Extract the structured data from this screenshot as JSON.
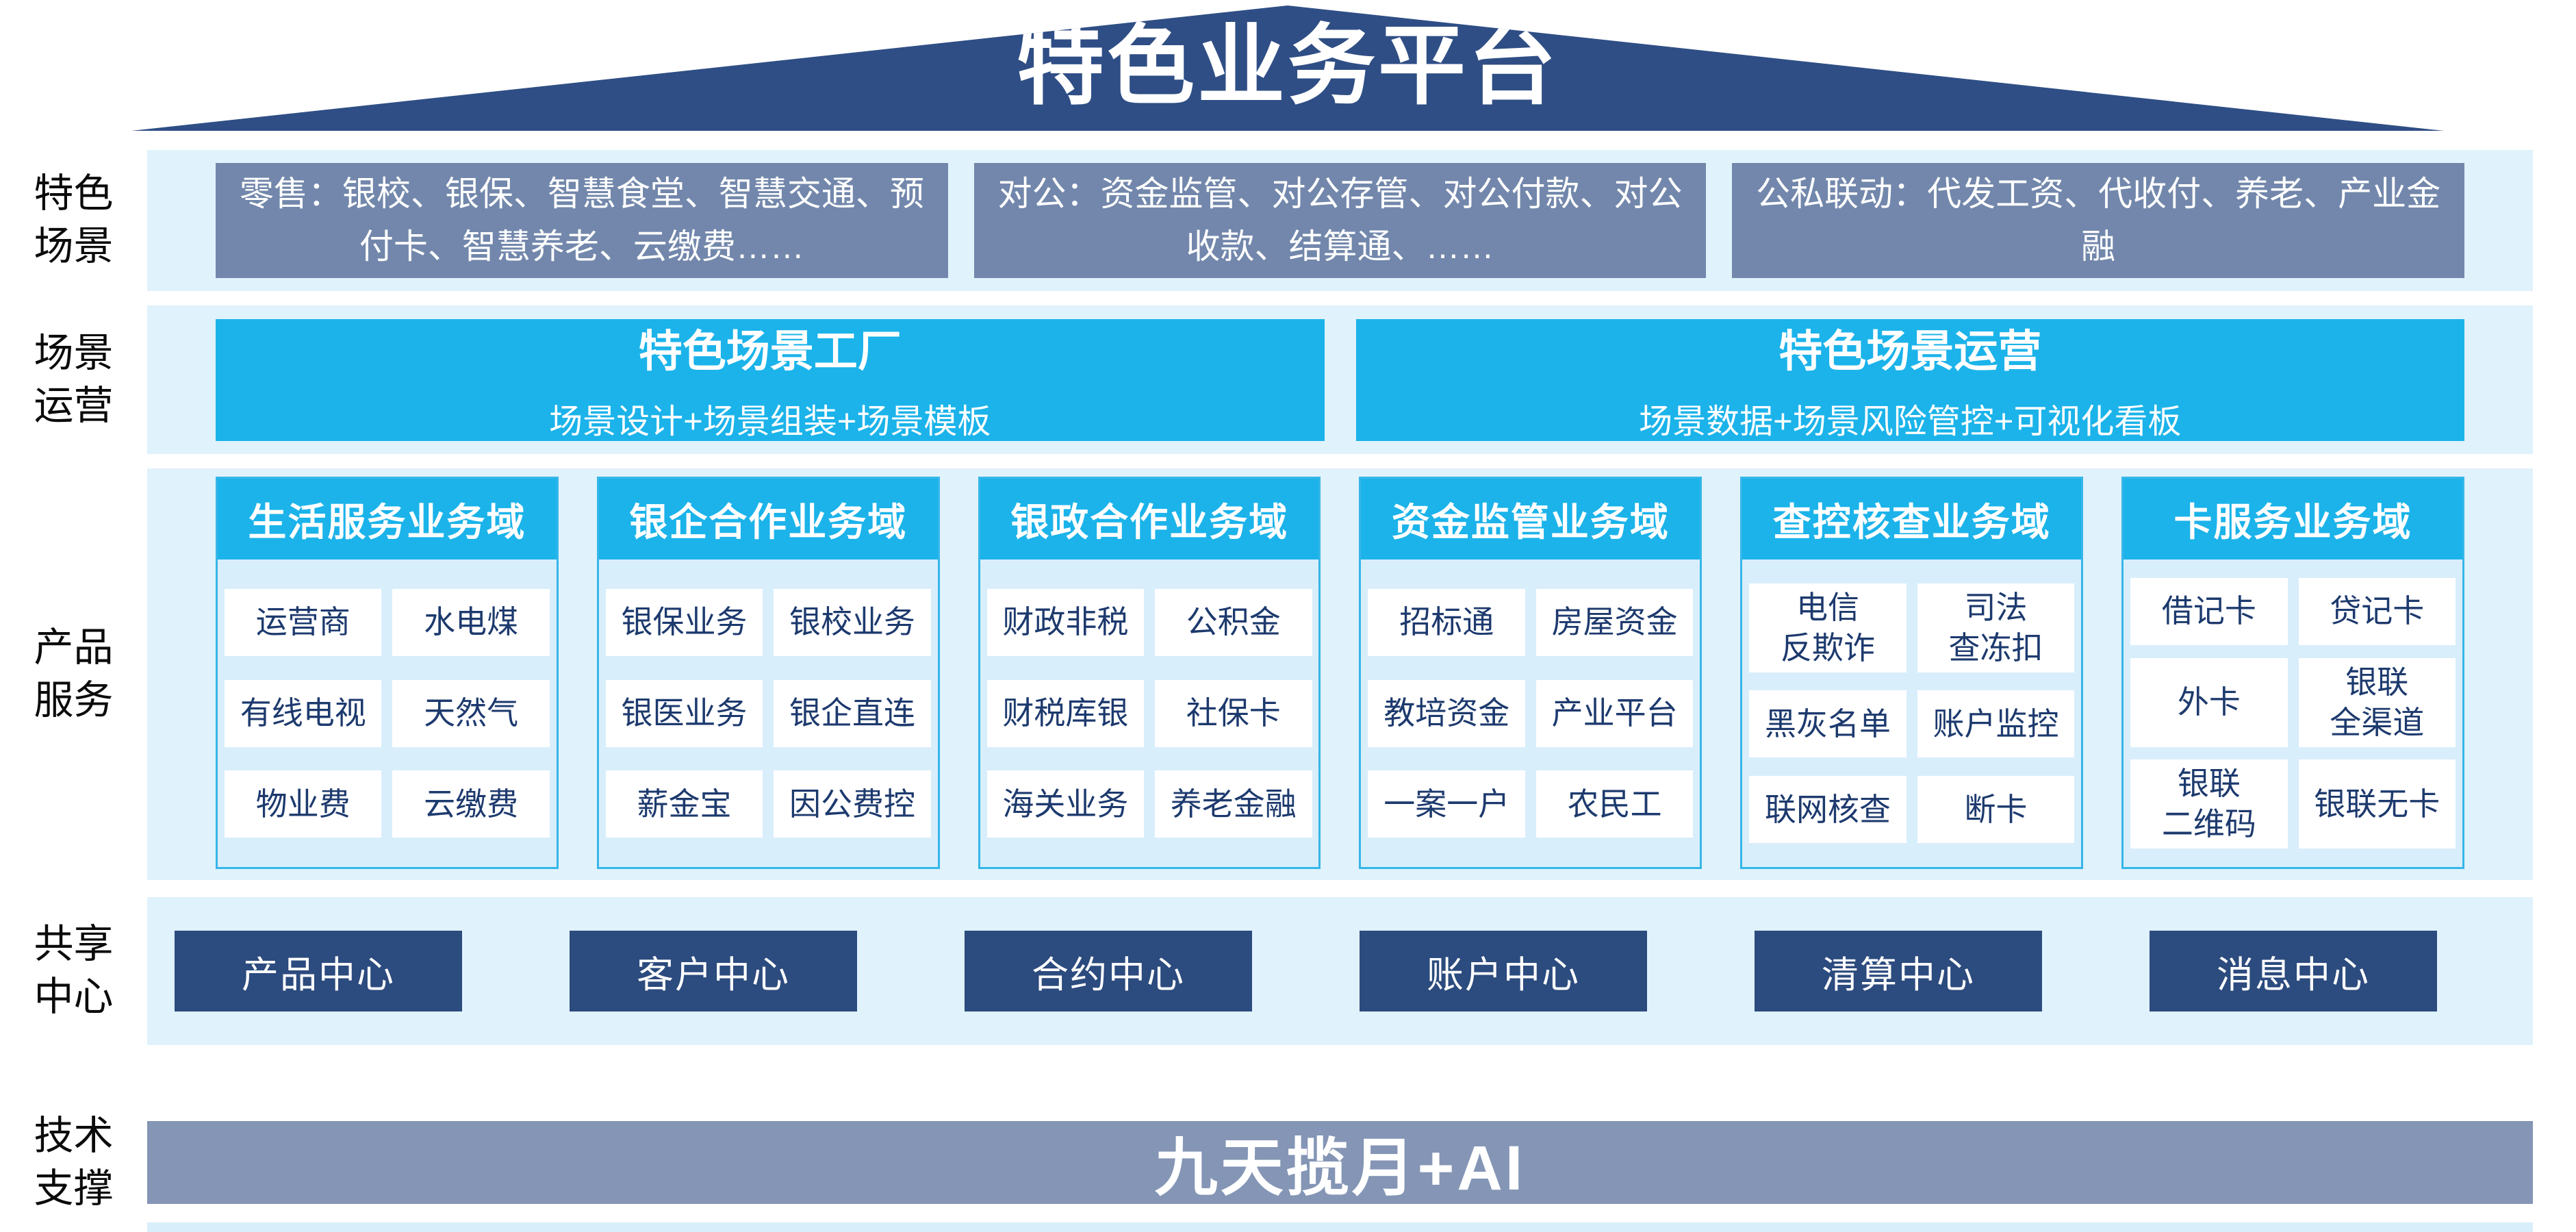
{
  "page_title": "特色业务平台",
  "rows": {
    "scenes": {
      "label": "特色\n场景",
      "boxes": [
        "零售：银校、银保、智慧食堂、智慧交通、预付卡、智慧养老、云缴费……",
        "对公：资金监管、对公存管、对公付款、对公收款、结算通、……",
        "公私联动：代发工资、代收付、养老、产业金融"
      ]
    },
    "operations": {
      "label": "场景\n运营",
      "boxes": [
        {
          "title": "特色场景工厂",
          "subtitle": "场景设计+场景组装+场景模板"
        },
        {
          "title": "特色场景运营",
          "subtitle": "场景数据+场景风险管控+可视化看板"
        }
      ]
    },
    "products": {
      "label": "产品\n服务",
      "columns": [
        {
          "header": "生活服务业务域",
          "cells": [
            "运营商",
            "水电煤",
            "有线电视",
            "天然气",
            "物业费",
            "云缴费"
          ]
        },
        {
          "header": "银企合作业务域",
          "cells": [
            "银保业务",
            "银校业务",
            "银医业务",
            "银企直连",
            "薪金宝",
            "因公费控"
          ]
        },
        {
          "header": "银政合作业务域",
          "cells": [
            "财政非税",
            "公积金",
            "财税库银",
            "社保卡",
            "海关业务",
            "养老金融"
          ]
        },
        {
          "header": "资金监管业务域",
          "cells": [
            "招标通",
            "房屋资金",
            "教培资金",
            "产业平台",
            "一案一户",
            "农民工"
          ]
        },
        {
          "header": "查控核查业务域",
          "cells": [
            "电信\n反欺诈",
            "司法\n查冻扣",
            "黑灰名单",
            "账户监控",
            "联网核查",
            "断卡"
          ]
        },
        {
          "header": "卡服务业务域",
          "cells": [
            "借记卡",
            "贷记卡",
            "外卡",
            "银联\n全渠道",
            "银联\n二维码",
            "银联无卡"
          ]
        }
      ]
    },
    "centers": {
      "label": "共享\n中心",
      "boxes": [
        "产品中心",
        "客户中心",
        "合约中心",
        "账户中心",
        "清算中心",
        "消息中心"
      ]
    },
    "tech": {
      "label": "技术\n支撑",
      "bar": "九天揽月+AI"
    }
  },
  "colors": {
    "roof_navy": "#2F4E85",
    "band_bg": "#E0F2FC",
    "scene_box": "#7287AB",
    "accent_cyan": "#1BB3EA",
    "column_body_bg": "#D9EEFB",
    "column_border": "#36B6E9",
    "cell_bg": "#FFFFFF",
    "cell_text": "#1D3A6E",
    "center_box_navy": "#2C4B7E",
    "tech_bar": "#8495B5"
  }
}
